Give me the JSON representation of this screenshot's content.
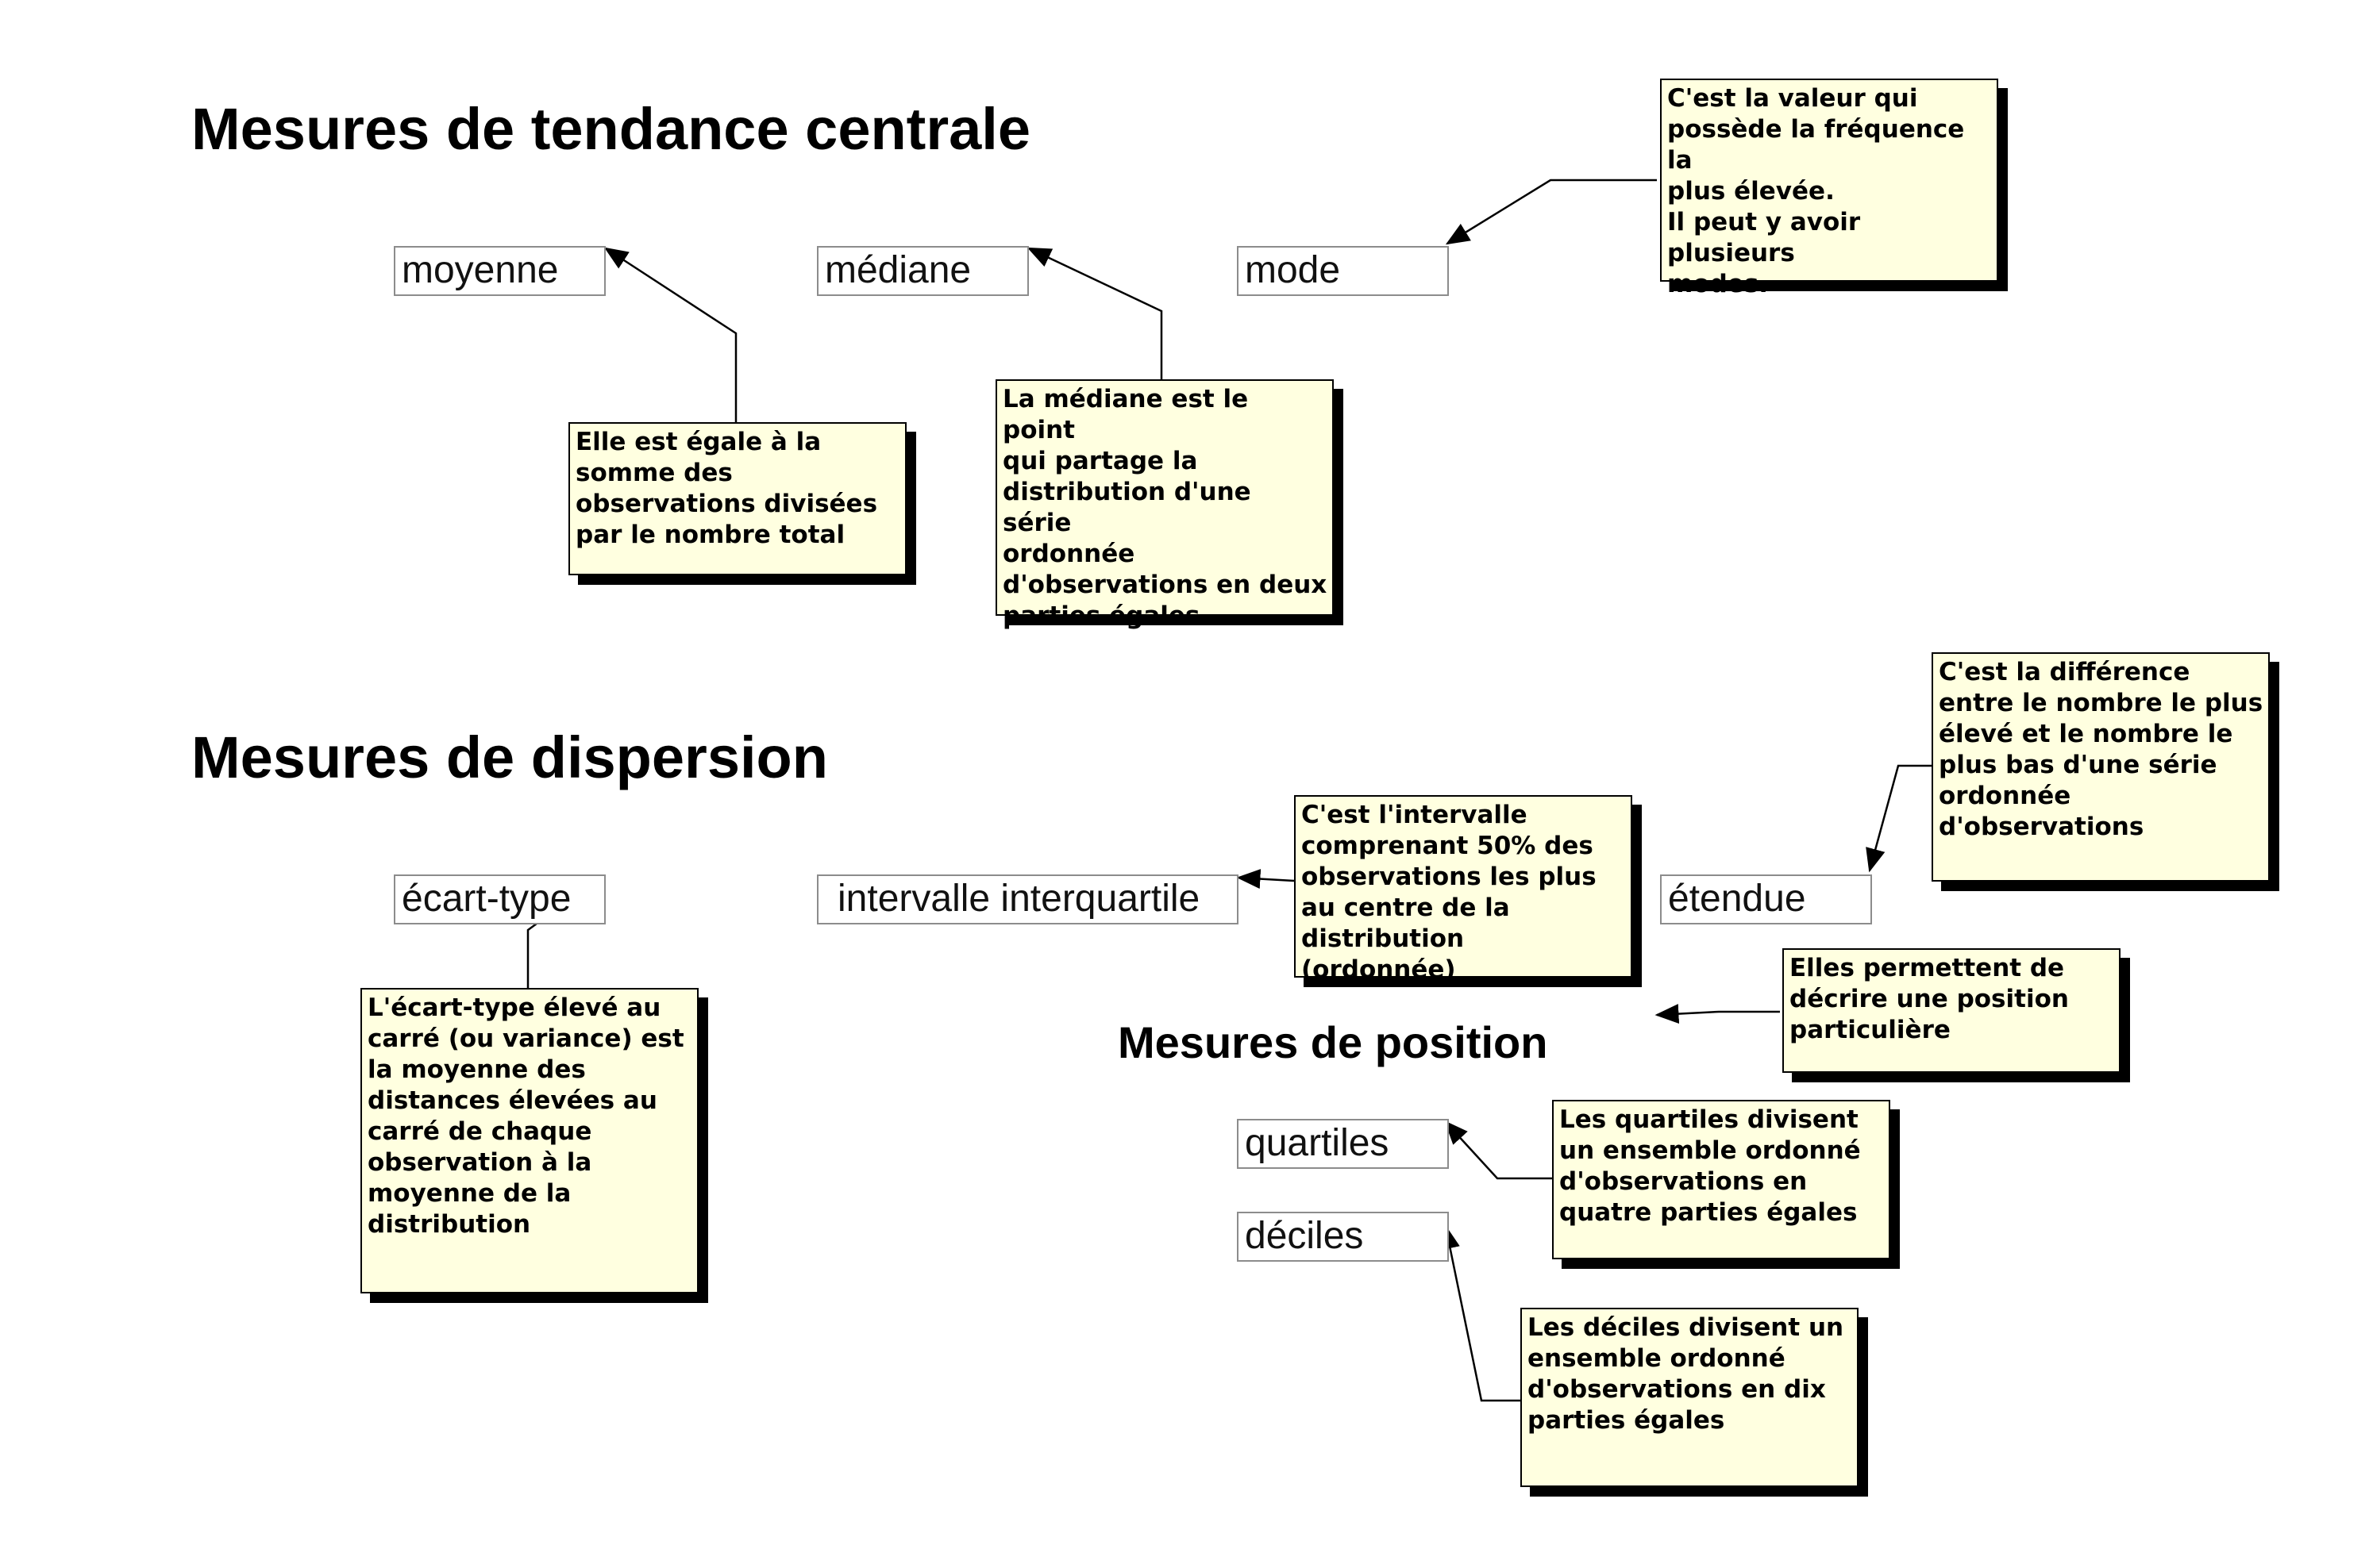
{
  "sections": {
    "central": {
      "title": "Mesures de tendance centrale"
    },
    "dispersion": {
      "title": "Mesures de dispersion"
    },
    "position": {
      "title": "Mesures de position"
    }
  },
  "terms": {
    "moyenne": "moyenne",
    "mediane": "médiane",
    "mode": "mode",
    "ecart_type": "écart-type",
    "intervalle": "intervalle interquartile",
    "etendue": "étendue",
    "quartiles": "quartiles",
    "deciles": "déciles"
  },
  "notes": {
    "moyenne": "Elle est égale à la\nsomme des\nobservations divisées\npar le nombre total",
    "mediane": "La médiane est le point\nqui partage la\ndistribution d'une série\nordonnée\nd'observations en deux\nparties égales",
    "mode": "C'est la valeur qui\npossède la fréquence la\nplus élevée.\nIl peut y avoir plusieurs\nmodes.",
    "etendue": "C'est la différence\nentre le nombre le plus\nélevé et le nombre le\nplus bas d'une série\nordonnée\nd'observations",
    "intervalle": "C'est l'intervalle\ncomprenant 50% des\nobservations les plus\nau centre de la\ndistribution (ordonnée)",
    "position": "Elles permettent de\ndécrire une position\nparticulière",
    "ecart_type": "L'écart-type élevé au\ncarré (ou variance) est\nla moyenne des\ndistances élevées au\ncarré de chaque\nobservation à la\nmoyenne de la\ndistribution",
    "quartiles": "Les quartiles divisent\nun ensemble ordonné\nd'observations en\nquatre parties égales",
    "deciles": "Les déciles divisent un\nensemble ordonné\nd'observations en dix\nparties égales"
  },
  "colors": {
    "note_fill": "#ffffe0",
    "note_border": "#000000",
    "term_border": "#8c8c8c"
  }
}
